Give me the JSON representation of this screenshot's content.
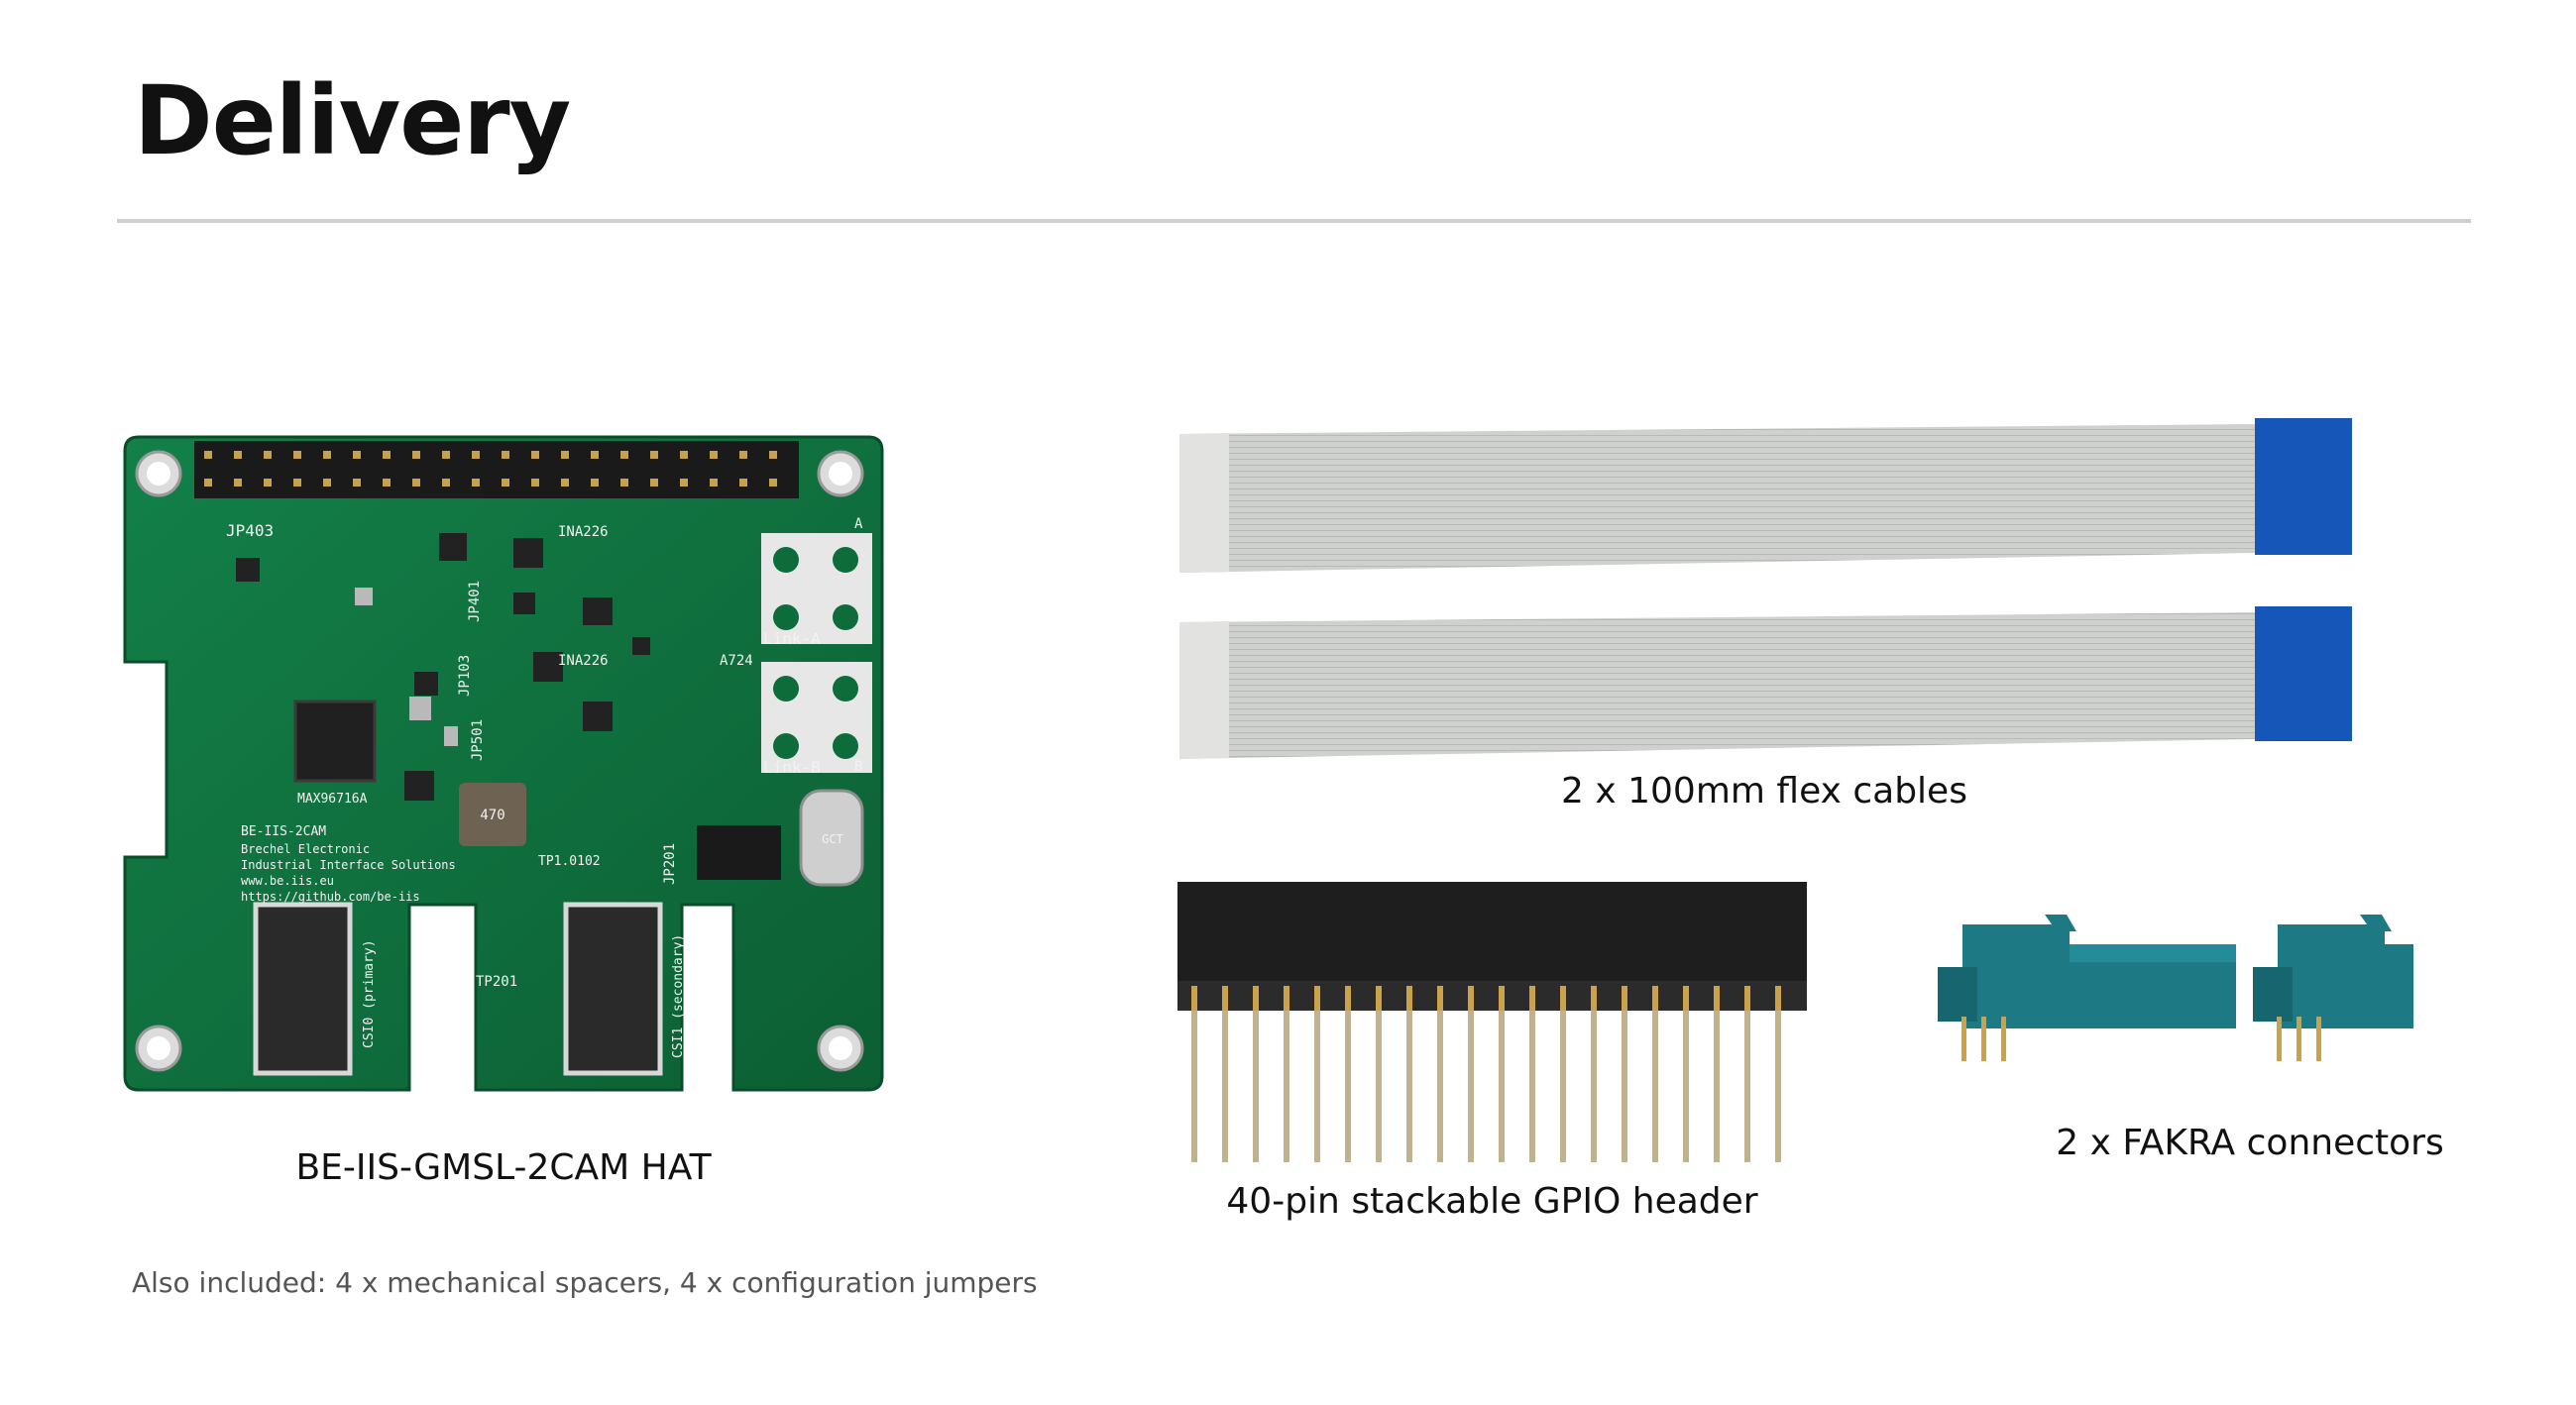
{
  "slide": {
    "title": "Delivery"
  },
  "items": {
    "hat": {
      "caption": "BE-IIS-GMSL-2CAM HAT",
      "board_text": {
        "jp403": "JP403",
        "ina226_a": "INA226",
        "ina226_b": "INA226",
        "jp401": "JP401",
        "jp103": "JP103",
        "jp501": "JP501",
        "link_a": "Link-A",
        "link_b": "Link-B",
        "a": "A",
        "b": "B",
        "a724": "A724",
        "max": "MAX96716A",
        "name": "BE-IIS-2CAM",
        "company1": "Brechel Electronic",
        "company2": "Industrial Interface Solutions",
        "web": "www.be.iis.eu",
        "github": "https://github.com/be-iis",
        "tp102": "TP1.0102",
        "jp201": "JP201",
        "tp201": "TP201",
        "csi0": "CSI0 (primary)",
        "csi1": "CSI1 (secondary)",
        "inductor": "470",
        "usb": "GCT"
      }
    },
    "flex_cables": {
      "caption": "2 x 100mm flex cables"
    },
    "gpio_header": {
      "caption": "40-pin stackable GPIO header"
    },
    "fakra": {
      "caption": "2 x FAKRA connectors"
    }
  },
  "footnote": "Also included: 4 x mechanical spacers, 4 x configuration jumpers",
  "colors": {
    "pcb_green": "#0e6b3a",
    "cable_gray": "#c9cbc8",
    "cable_blue": "#1656b8",
    "header_black": "#1e1e1e",
    "fakra_teal": "#1d7a85",
    "gold": "#c9a24a"
  }
}
